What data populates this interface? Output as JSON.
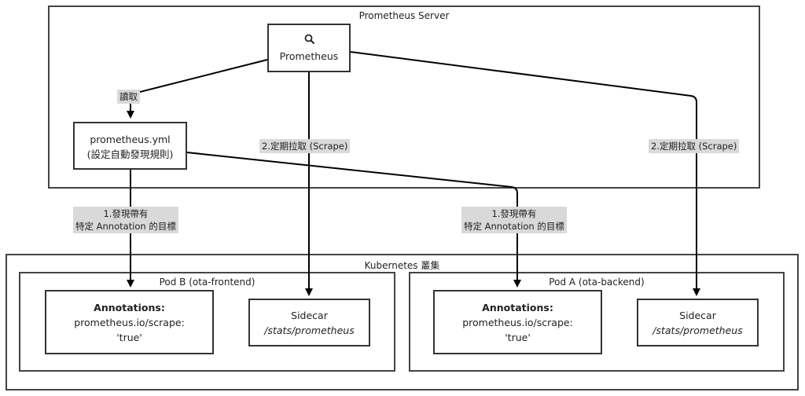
{
  "clusters": {
    "prometheus_server": "Prometheus Server",
    "kubernetes": "Kubernetes 叢集",
    "pod_b": "Pod B (ota-frontend)",
    "pod_a": "Pod A (ota-backend)"
  },
  "nodes": {
    "prometheus": {
      "icon": "search-icon",
      "label": "Prometheus"
    },
    "config": {
      "line1": "prometheus.yml",
      "line2": "(設定自動發現規則)"
    },
    "pod_b_annotations": {
      "title": "Annotations:",
      "line1": "prometheus.io/scrape:",
      "line2": "'true'"
    },
    "pod_b_sidecar": {
      "title": "Sidecar",
      "path": "/stats/prometheus"
    },
    "pod_a_annotations": {
      "title": "Annotations:",
      "line1": "prometheus.io/scrape:",
      "line2": "'true'"
    },
    "pod_a_sidecar": {
      "title": "Sidecar",
      "path": "/stats/prometheus"
    }
  },
  "edges": {
    "read": "讀取",
    "scrape_b": "2.定期拉取 (Scrape)",
    "scrape_a": "2.定期拉取 (Scrape)",
    "discover_b": {
      "line1": "1.發現帶有",
      "line2": "特定 Annotation 的目標"
    },
    "discover_a": {
      "line1": "1.發現帶有",
      "line2": "特定 Annotation 的目標"
    }
  },
  "colors": {
    "line": "#000000",
    "border": "#333333",
    "label_bg": "#d9d9d9"
  }
}
